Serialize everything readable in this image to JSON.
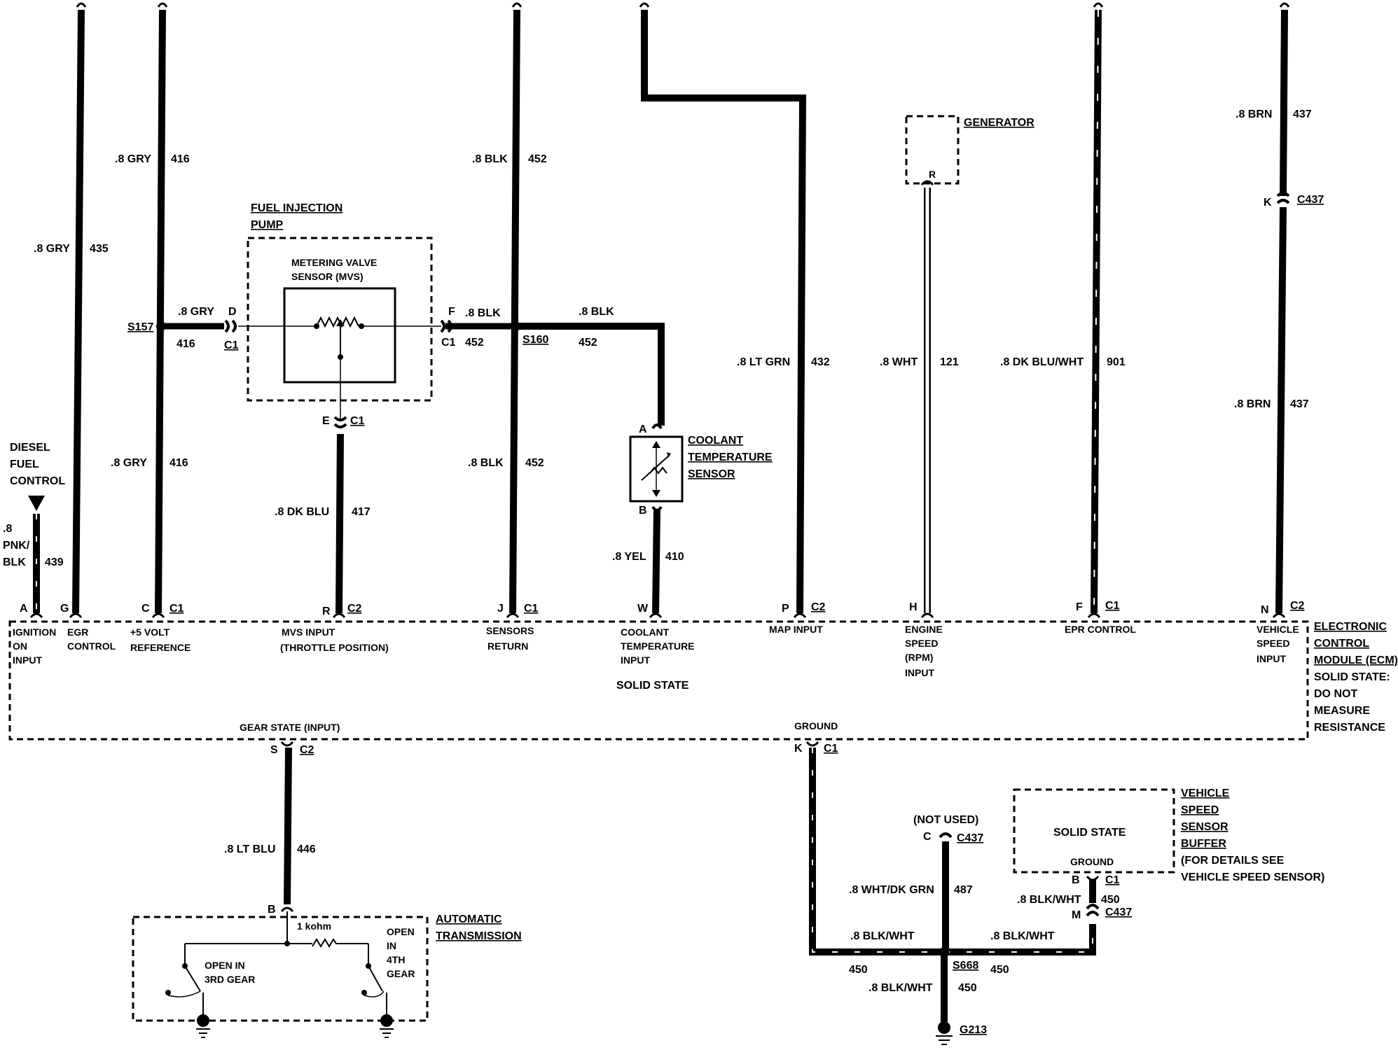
{
  "wires": {
    "w435": {
      "size": ".8 GRY",
      "num": "435"
    },
    "w416_top": {
      "size": ".8 GRY",
      "num": "416"
    },
    "w416_mid": {
      "size": ".8 GRY",
      "num": "416"
    },
    "w416_low": {
      "size": ".8 GRY",
      "num": "416"
    },
    "w452_top": {
      "size": ".8 BLK",
      "num": "452"
    },
    "w452_f": {
      "size": ".8 BLK",
      "num": "452"
    },
    "w452_right": {
      "size": ".8 BLK",
      "num": "452"
    },
    "w452_low": {
      "size": ".8 BLK",
      "num": "452"
    },
    "w417": {
      "size": ".8 DK BLU",
      "num": "417"
    },
    "w410": {
      "size": ".8 YEL",
      "num": "410"
    },
    "w432": {
      "size": ".8 LT GRN",
      "num": "432"
    },
    "w121": {
      "size": ".8 WHT",
      "num": "121"
    },
    "w901": {
      "size": ".8 DK BLU/WHT",
      "num": "901"
    },
    "w437_top": {
      "size": ".8 BRN",
      "num": "437"
    },
    "w437_low": {
      "size": ".8 BRN",
      "num": "437"
    },
    "w439": {
      "size_line1": ".8",
      "size_line2": "PNK/",
      "size_line3": "BLK",
      "num": "439"
    },
    "w446": {
      "size": ".8 LT BLU",
      "num": "446"
    },
    "w487": {
      "size": ".8 WHT/DK GRN",
      "num": "487"
    },
    "w450_a": {
      "size": ".8 BLK/WHT",
      "num": "450"
    },
    "w450_b": {
      "size": ".8 BLK/WHT",
      "num": "450"
    },
    "w450_c": {
      "size": ".8 BLK/WHT",
      "num": "450"
    },
    "w450_d": {
      "size": ".8 BLK/WHT",
      "num": "450"
    }
  },
  "splices": {
    "s157": "S157",
    "s160": "S160",
    "s668": "S668",
    "g213": "G213"
  },
  "components": {
    "fuel_pump": {
      "title_line1": "FUEL INJECTION",
      "title_line2": "PUMP",
      "mvs_line1": "METERING VALVE",
      "mvs_line2": "SENSOR (MVS)"
    },
    "coolant": {
      "line1": "COOLANT",
      "line2": "TEMPERATURE",
      "line3": "SENSOR"
    },
    "generator": {
      "title": "GENERATOR",
      "pin": "R"
    },
    "diesel": {
      "line1": "DIESEL",
      "line2": "FUEL",
      "line3": "CONTROL"
    },
    "transmission": {
      "line1": "AUTOMATIC",
      "line2": "TRANSMISSION",
      "resistor": "1 kohm",
      "open3_line1": "OPEN IN",
      "open3_line2": "3RD GEAR",
      "open4_line1": "OPEN",
      "open4_line2": "IN",
      "open4_line3": "4TH",
      "open4_line4": "GEAR"
    },
    "vss": {
      "line1": "VEHICLE",
      "line2": "SPEED",
      "line3": "SENSOR",
      "line4": "BUFFER",
      "line5": "(FOR DETAILS SEE",
      "line6": "VEHICLE SPEED SENSOR)",
      "inner": "SOLID STATE",
      "ground": "GROUND"
    },
    "ecm": {
      "line1": "ELECTRONIC",
      "line2": "CONTROL",
      "line3": "MODULE (ECM)",
      "line4": "SOLID STATE:",
      "line5": "DO NOT",
      "line6": "MEASURE",
      "line7": "RESISTANCE",
      "center": "SOLID STATE",
      "gear_state": "GEAR STATE (INPUT)",
      "ground": "GROUND"
    }
  },
  "ecm_pins": {
    "A": {
      "letter": "A",
      "line1": "IGNITION",
      "line2": "ON",
      "line3": "INPUT"
    },
    "G": {
      "letter": "G",
      "line1": "EGR",
      "line2": "CONTROL"
    },
    "C": {
      "letter": "C",
      "conn": "C1",
      "line1": "+5 VOLT",
      "line2": "REFERENCE"
    },
    "R": {
      "letter": "R",
      "conn": "C2",
      "line1": "MVS INPUT",
      "line2": "(THROTTLE POSITION)"
    },
    "J": {
      "letter": "J",
      "conn": "C1",
      "line1": "SENSORS",
      "line2": "RETURN"
    },
    "W": {
      "letter": "W",
      "line1": "COOLANT",
      "line2": "TEMPERATURE",
      "line3": "INPUT"
    },
    "P": {
      "letter": "P",
      "conn": "C2",
      "line1": "MAP INPUT"
    },
    "H": {
      "letter": "H",
      "line1": "ENGINE",
      "line2": "SPEED",
      "line3": "(RPM)",
      "line4": "INPUT"
    },
    "F": {
      "letter": "F",
      "conn": "C1",
      "line1": "EPR CONTROL"
    },
    "N": {
      "letter": "N",
      "conn": "C2",
      "line1": "VEHICLE",
      "line2": "SPEED",
      "line3": "INPUT"
    },
    "S": {
      "letter": "S",
      "conn": "C2"
    },
    "K": {
      "letter": "K",
      "conn": "C1"
    }
  },
  "connectors": {
    "d_c1": {
      "letter": "D",
      "conn": "C1"
    },
    "f_c1": {
      "letter": "F",
      "conn": "C1"
    },
    "e_c1": {
      "letter": "E",
      "conn": "C1"
    },
    "coolant_a": "A",
    "coolant_b": "B",
    "k_c437": {
      "letter": "K",
      "conn": "C437"
    },
    "c_c437": {
      "letter": "C",
      "conn": "C437",
      "note": "(NOT USED)"
    },
    "b_c1": {
      "letter": "B",
      "conn": "C1"
    },
    "m_c437": {
      "letter": "M",
      "conn": "C437"
    },
    "trans_b": "B"
  }
}
